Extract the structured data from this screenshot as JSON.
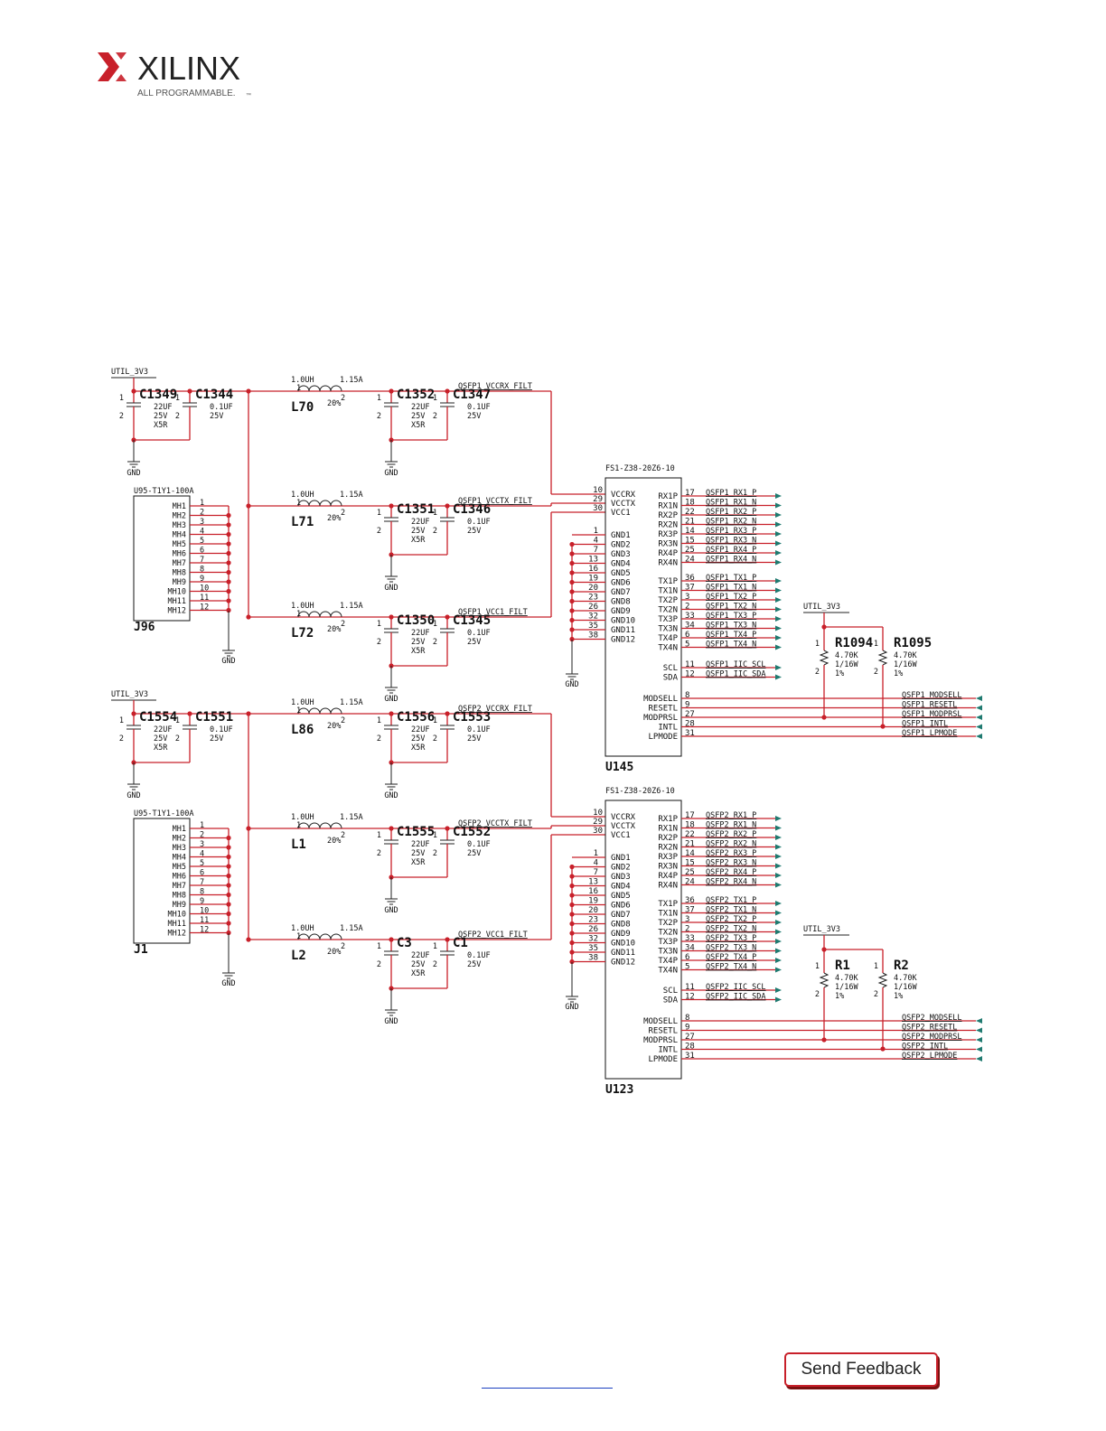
{
  "logo": {
    "brand": "XILINX",
    "tagline": "ALL PROGRAMMABLE.",
    "tm": "™",
    "color": "#c8202a"
  },
  "footer": {
    "feedback_label": "Send Feedback",
    "link_color": "#1a3fbf"
  },
  "sections": [
    {
      "supply": "UTIL_3V3",
      "ground": "GND",
      "bulk": [
        {
          "ref": "C1349",
          "val": "22UF",
          "v": "25V",
          "d": "X5R"
        },
        {
          "ref": "C1344",
          "val": "0.1UF",
          "v": "25V"
        }
      ],
      "rails": [
        {
          "ind": "L70",
          "ival": "1.0UH",
          "irat": "1.15A",
          "itol": "20%",
          "net": "QSFP1_VCCRX_FILT",
          "caps": [
            {
              "ref": "C1352",
              "val": "22UF",
              "v": "25V",
              "d": "X5R"
            },
            {
              "ref": "C1347",
              "val": "0.1UF",
              "v": "25V"
            }
          ]
        },
        {
          "ind": "L71",
          "ival": "1.0UH",
          "irat": "1.15A",
          "itol": "20%",
          "net": "QSFP1_VCCTX_FILT",
          "caps": [
            {
              "ref": "C1351",
              "val": "22UF",
              "v": "25V",
              "d": "X5R"
            },
            {
              "ref": "C1346",
              "val": "0.1UF",
              "v": "25V"
            }
          ]
        },
        {
          "ind": "L72",
          "ival": "1.0UH",
          "irat": "1.15A",
          "itol": "20%",
          "net": "QSFP1_VCC1_FILT",
          "caps": [
            {
              "ref": "C1350",
              "val": "22UF",
              "v": "25V",
              "d": "X5R"
            },
            {
              "ref": "C1345",
              "val": "0.1UF",
              "v": "25V"
            }
          ]
        }
      ],
      "conn": {
        "ref": "J96",
        "part": "U95-T1Y1-100A",
        "pins": [
          "MH1",
          "MH2",
          "MH3",
          "MH4",
          "MH5",
          "MH6",
          "MH7",
          "MH8",
          "MH9",
          "MH10",
          "MH11",
          "MH12"
        ],
        "nums": [
          "1",
          "2",
          "3",
          "4",
          "5",
          "6",
          "7",
          "8",
          "9",
          "10",
          "11",
          "12"
        ]
      },
      "ic": {
        "ref": "U145",
        "part": "FS1-Z38-20Z6-10",
        "pwr": [
          {
            "n": "10",
            "p": "VCCRX"
          },
          {
            "n": "29",
            "p": "VCCTX"
          },
          {
            "n": "30",
            "p": "VCC1"
          }
        ],
        "gnd": [
          {
            "n": "1",
            "p": "GND1"
          },
          {
            "n": "4",
            "p": "GND2"
          },
          {
            "n": "7",
            "p": "GND3"
          },
          {
            "n": "13",
            "p": "GND4"
          },
          {
            "n": "16",
            "p": "GND5"
          },
          {
            "n": "19",
            "p": "GND6"
          },
          {
            "n": "20",
            "p": "GND7"
          },
          {
            "n": "23",
            "p": "GND8"
          },
          {
            "n": "26",
            "p": "GND9"
          },
          {
            "n": "32",
            "p": "GND10"
          },
          {
            "n": "35",
            "p": "GND11"
          },
          {
            "n": "38",
            "p": "GND12"
          }
        ],
        "rx": [
          {
            "p": "RX1P",
            "n": "17",
            "net": "QSFP1_RX1_P"
          },
          {
            "p": "RX1N",
            "n": "18",
            "net": "QSFP1_RX1_N"
          },
          {
            "p": "RX2P",
            "n": "22",
            "net": "QSFP1_RX2_P"
          },
          {
            "p": "RX2N",
            "n": "21",
            "net": "QSFP1_RX2_N"
          },
          {
            "p": "RX3P",
            "n": "14",
            "net": "QSFP1_RX3_P"
          },
          {
            "p": "RX3N",
            "n": "15",
            "net": "QSFP1_RX3_N"
          },
          {
            "p": "RX4P",
            "n": "25",
            "net": "QSFP1_RX4_P"
          },
          {
            "p": "RX4N",
            "n": "24",
            "net": "QSFP1_RX4_N"
          }
        ],
        "tx": [
          {
            "p": "TX1P",
            "n": "36",
            "net": "QSFP1_TX1_P"
          },
          {
            "p": "TX1N",
            "n": "37",
            "net": "QSFP1_TX1_N"
          },
          {
            "p": "TX2P",
            "n": "3",
            "net": "QSFP1_TX2_P"
          },
          {
            "p": "TX2N",
            "n": "2",
            "net": "QSFP1_TX2_N"
          },
          {
            "p": "TX3P",
            "n": "33",
            "net": "QSFP1_TX3_P"
          },
          {
            "p": "TX3N",
            "n": "34",
            "net": "QSFP1_TX3_N"
          },
          {
            "p": "TX4P",
            "n": "6",
            "net": "QSFP1_TX4_P"
          },
          {
            "p": "TX4N",
            "n": "5",
            "net": "QSFP1_TX4_N"
          }
        ],
        "iic": [
          {
            "p": "SCL",
            "n": "11",
            "net": "QSFP1_IIC_SCL"
          },
          {
            "p": "SDA",
            "n": "12",
            "net": "QSFP1_IIC_SDA"
          }
        ],
        "ctl": [
          {
            "p": "MODSELL",
            "n": "8",
            "net": "QSFP1_MODSELL"
          },
          {
            "p": "RESETL",
            "n": "9",
            "net": "QSFP1_RESETL"
          },
          {
            "p": "MODPRSL",
            "n": "27",
            "net": "QSFP1_MODPRSL"
          },
          {
            "p": "INTL",
            "n": "28",
            "net": "QSFP1_INTL"
          },
          {
            "p": "LPMODE",
            "n": "31",
            "net": "QSFP1_LPMODE"
          }
        ]
      },
      "pullups": {
        "supply": "UTIL_3V3",
        "res": [
          {
            "ref": "R1094",
            "val": "4.70K",
            "pw": "1/16W",
            "tol": "1%"
          },
          {
            "ref": "R1095",
            "val": "4.70K",
            "pw": "1/16W",
            "tol": "1%"
          }
        ]
      }
    },
    {
      "supply": "UTIL_3V3",
      "ground": "GND",
      "bulk": [
        {
          "ref": "C1554",
          "val": "22UF",
          "v": "25V",
          "d": "X5R"
        },
        {
          "ref": "C1551",
          "val": "0.1UF",
          "v": "25V"
        }
      ],
      "rails": [
        {
          "ind": "L86",
          "ival": "1.0UH",
          "irat": "1.15A",
          "itol": "20%",
          "net": "QSFP2_VCCRX_FILT",
          "caps": [
            {
              "ref": "C1556",
              "val": "22UF",
              "v": "25V",
              "d": "X5R"
            },
            {
              "ref": "C1553",
              "val": "0.1UF",
              "v": "25V"
            }
          ]
        },
        {
          "ind": "L1",
          "ival": "1.0UH",
          "irat": "1.15A",
          "itol": "20%",
          "net": "QSFP2_VCCTX_FILT",
          "caps": [
            {
              "ref": "C1555",
              "val": "22UF",
              "v": "25V",
              "d": "X5R"
            },
            {
              "ref": "C1552",
              "val": "0.1UF",
              "v": "25V"
            }
          ]
        },
        {
          "ind": "L2",
          "ival": "1.0UH",
          "irat": "1.15A",
          "itol": "20%",
          "net": "QSFP2_VCC1_FILT",
          "caps": [
            {
              "ref": "C3",
              "val": "22UF",
              "v": "25V",
              "d": "X5R"
            },
            {
              "ref": "C1",
              "val": "0.1UF",
              "v": "25V"
            }
          ]
        }
      ],
      "conn": {
        "ref": "J1",
        "part": "U95-T1Y1-100A",
        "pins": [
          "MH1",
          "MH2",
          "MH3",
          "MH4",
          "MH5",
          "MH6",
          "MH7",
          "MH8",
          "MH9",
          "MH10",
          "MH11",
          "MH12"
        ],
        "nums": [
          "1",
          "2",
          "3",
          "4",
          "5",
          "6",
          "7",
          "8",
          "9",
          "10",
          "11",
          "12"
        ]
      },
      "ic": {
        "ref": "U123",
        "part": "FS1-Z38-20Z6-10",
        "pwr": [
          {
            "n": "10",
            "p": "VCCRX"
          },
          {
            "n": "29",
            "p": "VCCTX"
          },
          {
            "n": "30",
            "p": "VCC1"
          }
        ],
        "gnd": [
          {
            "n": "1",
            "p": "GND1"
          },
          {
            "n": "4",
            "p": "GND2"
          },
          {
            "n": "7",
            "p": "GND3"
          },
          {
            "n": "13",
            "p": "GND4"
          },
          {
            "n": "16",
            "p": "GND5"
          },
          {
            "n": "19",
            "p": "GND6"
          },
          {
            "n": "20",
            "p": "GND7"
          },
          {
            "n": "23",
            "p": "GND8"
          },
          {
            "n": "26",
            "p": "GND9"
          },
          {
            "n": "32",
            "p": "GND10"
          },
          {
            "n": "35",
            "p": "GND11"
          },
          {
            "n": "38",
            "p": "GND12"
          }
        ],
        "rx": [
          {
            "p": "RX1P",
            "n": "17",
            "net": "QSFP2_RX1_P"
          },
          {
            "p": "RX1N",
            "n": "18",
            "net": "QSFP2_RX1_N"
          },
          {
            "p": "RX2P",
            "n": "22",
            "net": "QSFP2_RX2_P"
          },
          {
            "p": "RX2N",
            "n": "21",
            "net": "QSFP2_RX2_N"
          },
          {
            "p": "RX3P",
            "n": "14",
            "net": "QSFP2_RX3_P"
          },
          {
            "p": "RX3N",
            "n": "15",
            "net": "QSFP2_RX3_N"
          },
          {
            "p": "RX4P",
            "n": "25",
            "net": "QSFP2_RX4_P"
          },
          {
            "p": "RX4N",
            "n": "24",
            "net": "QSFP2_RX4_N"
          }
        ],
        "tx": [
          {
            "p": "TX1P",
            "n": "36",
            "net": "QSFP2_TX1_P"
          },
          {
            "p": "TX1N",
            "n": "37",
            "net": "QSFP2_TX1_N"
          },
          {
            "p": "TX2P",
            "n": "3",
            "net": "QSFP2_TX2_P"
          },
          {
            "p": "TX2N",
            "n": "2",
            "net": "QSFP2_TX2_N"
          },
          {
            "p": "TX3P",
            "n": "33",
            "net": "QSFP2_TX3_P"
          },
          {
            "p": "TX3N",
            "n": "34",
            "net": "QSFP2_TX3_N"
          },
          {
            "p": "TX4P",
            "n": "6",
            "net": "QSFP2_TX4_P"
          },
          {
            "p": "TX4N",
            "n": "5",
            "net": "QSFP2_TX4_N"
          }
        ],
        "iic": [
          {
            "p": "SCL",
            "n": "11",
            "net": "QSFP2_IIC_SCL"
          },
          {
            "p": "SDA",
            "n": "12",
            "net": "QSFP2_IIC_SDA"
          }
        ],
        "ctl": [
          {
            "p": "MODSELL",
            "n": "8",
            "net": "QSFP2_MODSELL"
          },
          {
            "p": "RESETL",
            "n": "9",
            "net": "QSFP2_RESETL"
          },
          {
            "p": "MODPRSL",
            "n": "27",
            "net": "QSFP2_MODPRSL"
          },
          {
            "p": "INTL",
            "n": "28",
            "net": "QSFP2_INTL"
          },
          {
            "p": "LPMODE",
            "n": "31",
            "net": "QSFP2_LPMODE"
          }
        ]
      },
      "pullups": {
        "supply": "UTIL_3V3",
        "res": [
          {
            "ref": "R1",
            "val": "4.70K",
            "pw": "1/16W",
            "tol": "1%"
          },
          {
            "ref": "R2",
            "val": "4.70K",
            "pw": "1/16W",
            "tol": "1%"
          }
        ]
      }
    }
  ]
}
